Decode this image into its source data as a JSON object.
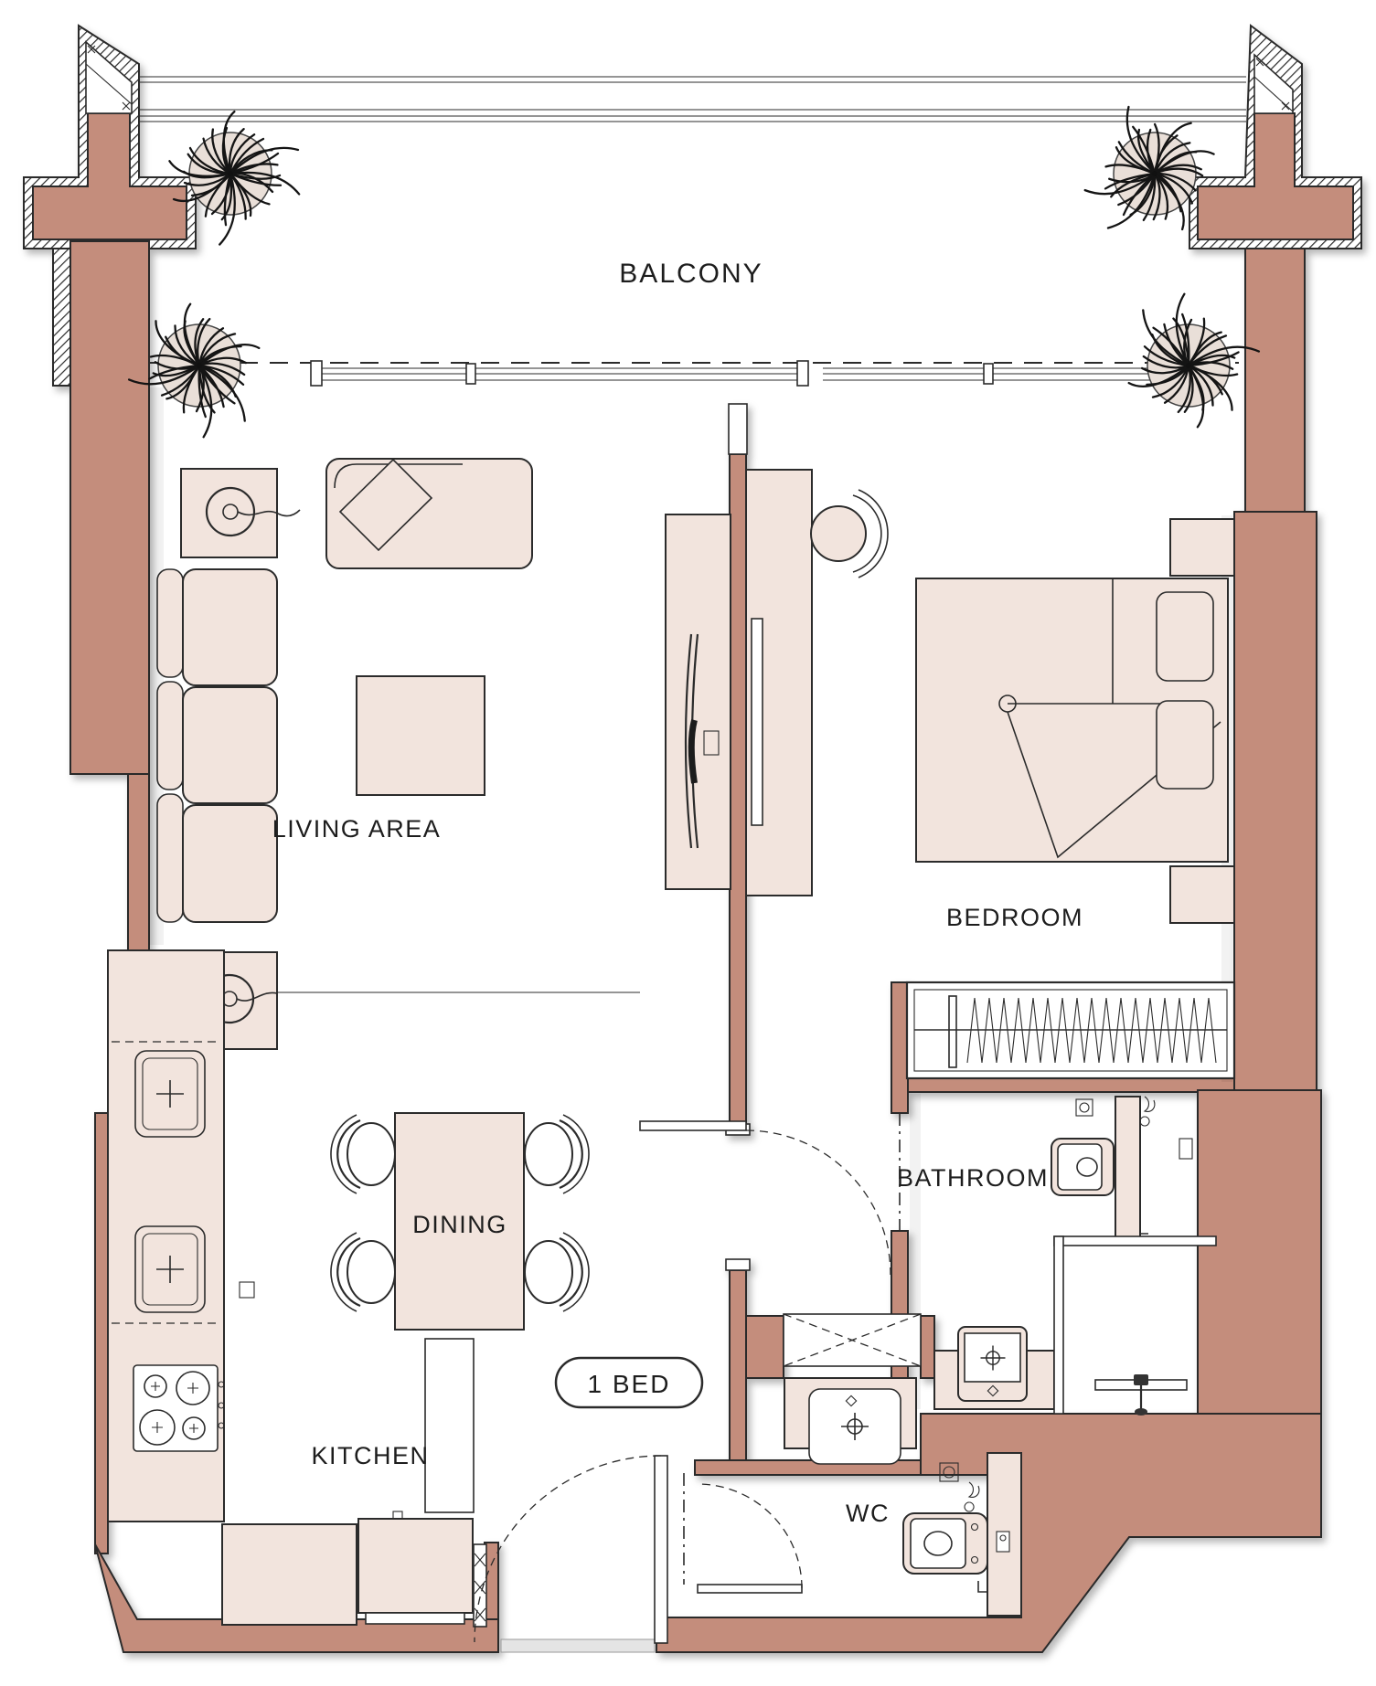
{
  "labels": {
    "balcony": "BALCONY",
    "living_area": "LIVING AREA",
    "bedroom": "BEDROOM",
    "bathroom": "BATHROOM",
    "dining": "DINING",
    "kitchen": "KITCHEN",
    "wc": "WC",
    "unit_type": "1 BED"
  },
  "colors": {
    "wall": "#c48d7c",
    "furniture": "#f2e4dd",
    "outline": "#2b2b2b",
    "background": "#ffffff",
    "plant_pot": "#e9dfd8"
  },
  "icons": [
    "plant-icon",
    "lamp-icon",
    "sofa-icon",
    "chaise-icon",
    "coffee-table-icon",
    "tv-icon",
    "bed-icon",
    "pillow-icon",
    "nightstand-icon",
    "wardrobe-icon",
    "toilet-icon",
    "washbasin-icon",
    "shower-icon",
    "sink-icon",
    "stove-icon",
    "dining-table-icon",
    "chair-icon",
    "door-swing-icon",
    "sliding-window-icon",
    "utility-shaft-icon"
  ]
}
